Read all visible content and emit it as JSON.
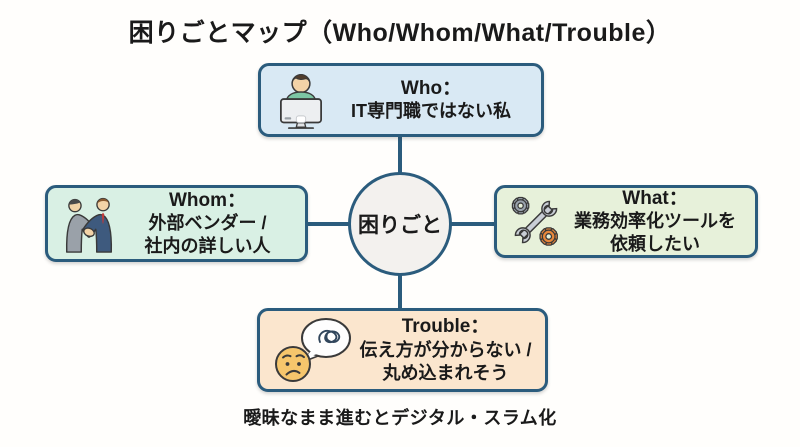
{
  "title": "困りごとマップ（Who/Whom/What/Trouble）",
  "center": {
    "label": "困りごと"
  },
  "boxes": {
    "who": {
      "heading": "Who：",
      "lines": [
        "IT専門職ではない私"
      ],
      "icon": "person-at-computer-icon"
    },
    "whom": {
      "heading": "Whom：",
      "lines": [
        "外部ベンダー /",
        "社内の詳しい人"
      ],
      "icon": "handshake-icon"
    },
    "what": {
      "heading": "What：",
      "lines": [
        "業務効率化ツールを",
        "依頼したい"
      ],
      "icon": "wrench-and-gears-icon"
    },
    "trouble": {
      "heading": "Trouble：",
      "lines": [
        "伝え方が分からない /",
        "丸め込まれそう"
      ],
      "icon": "confused-face-icon"
    }
  },
  "caption": "曖昧なまま進むとデジタル・スラム化",
  "colors": {
    "connector_and_border": "#2b5c7d",
    "who_fill": "#d9e9f4",
    "whom_fill": "#d9f0e4",
    "what_fill": "#e7f1da",
    "trouble_fill": "#fbe6ce",
    "circle_fill": "#f3f1ee",
    "background": "#fffefc",
    "text": "#1a1a1a",
    "shirt_green": "#7cc6a4",
    "suit_gray": "#9aa1a9",
    "suit_navy": "#3e5a7e",
    "wrench_gray": "#c9ced6",
    "gear_gray": "#9aa3ad",
    "gear_orange": "#e8873b",
    "face_yellow": "#f6c66c"
  }
}
